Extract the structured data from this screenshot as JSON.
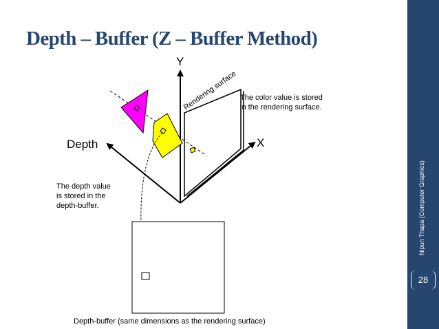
{
  "slide": {
    "title": "Depth – Buffer (Z – Buffer Method)",
    "author": "Nipun Thapa (Computer Graphics)",
    "page_number": "28"
  },
  "diagram": {
    "axis_y": "Y",
    "axis_x": "X",
    "axis_depth": "Depth",
    "rendering_surface": "Rendering surface",
    "color_note_line1": "The color value is stored",
    "color_note_line2": "in the rendering surface.",
    "depth_note_line1": "The depth value",
    "depth_note_line2": "is stored in the",
    "depth_note_line3": "depth-buffer.",
    "buffer_caption": "Depth-buffer (same dimensions as the rendering surface)",
    "colors": {
      "magenta_polygon": "#ff00ff",
      "yellow_polygon": "#ffff00",
      "title": "#27466f",
      "sidebar": "#27466f"
    }
  }
}
